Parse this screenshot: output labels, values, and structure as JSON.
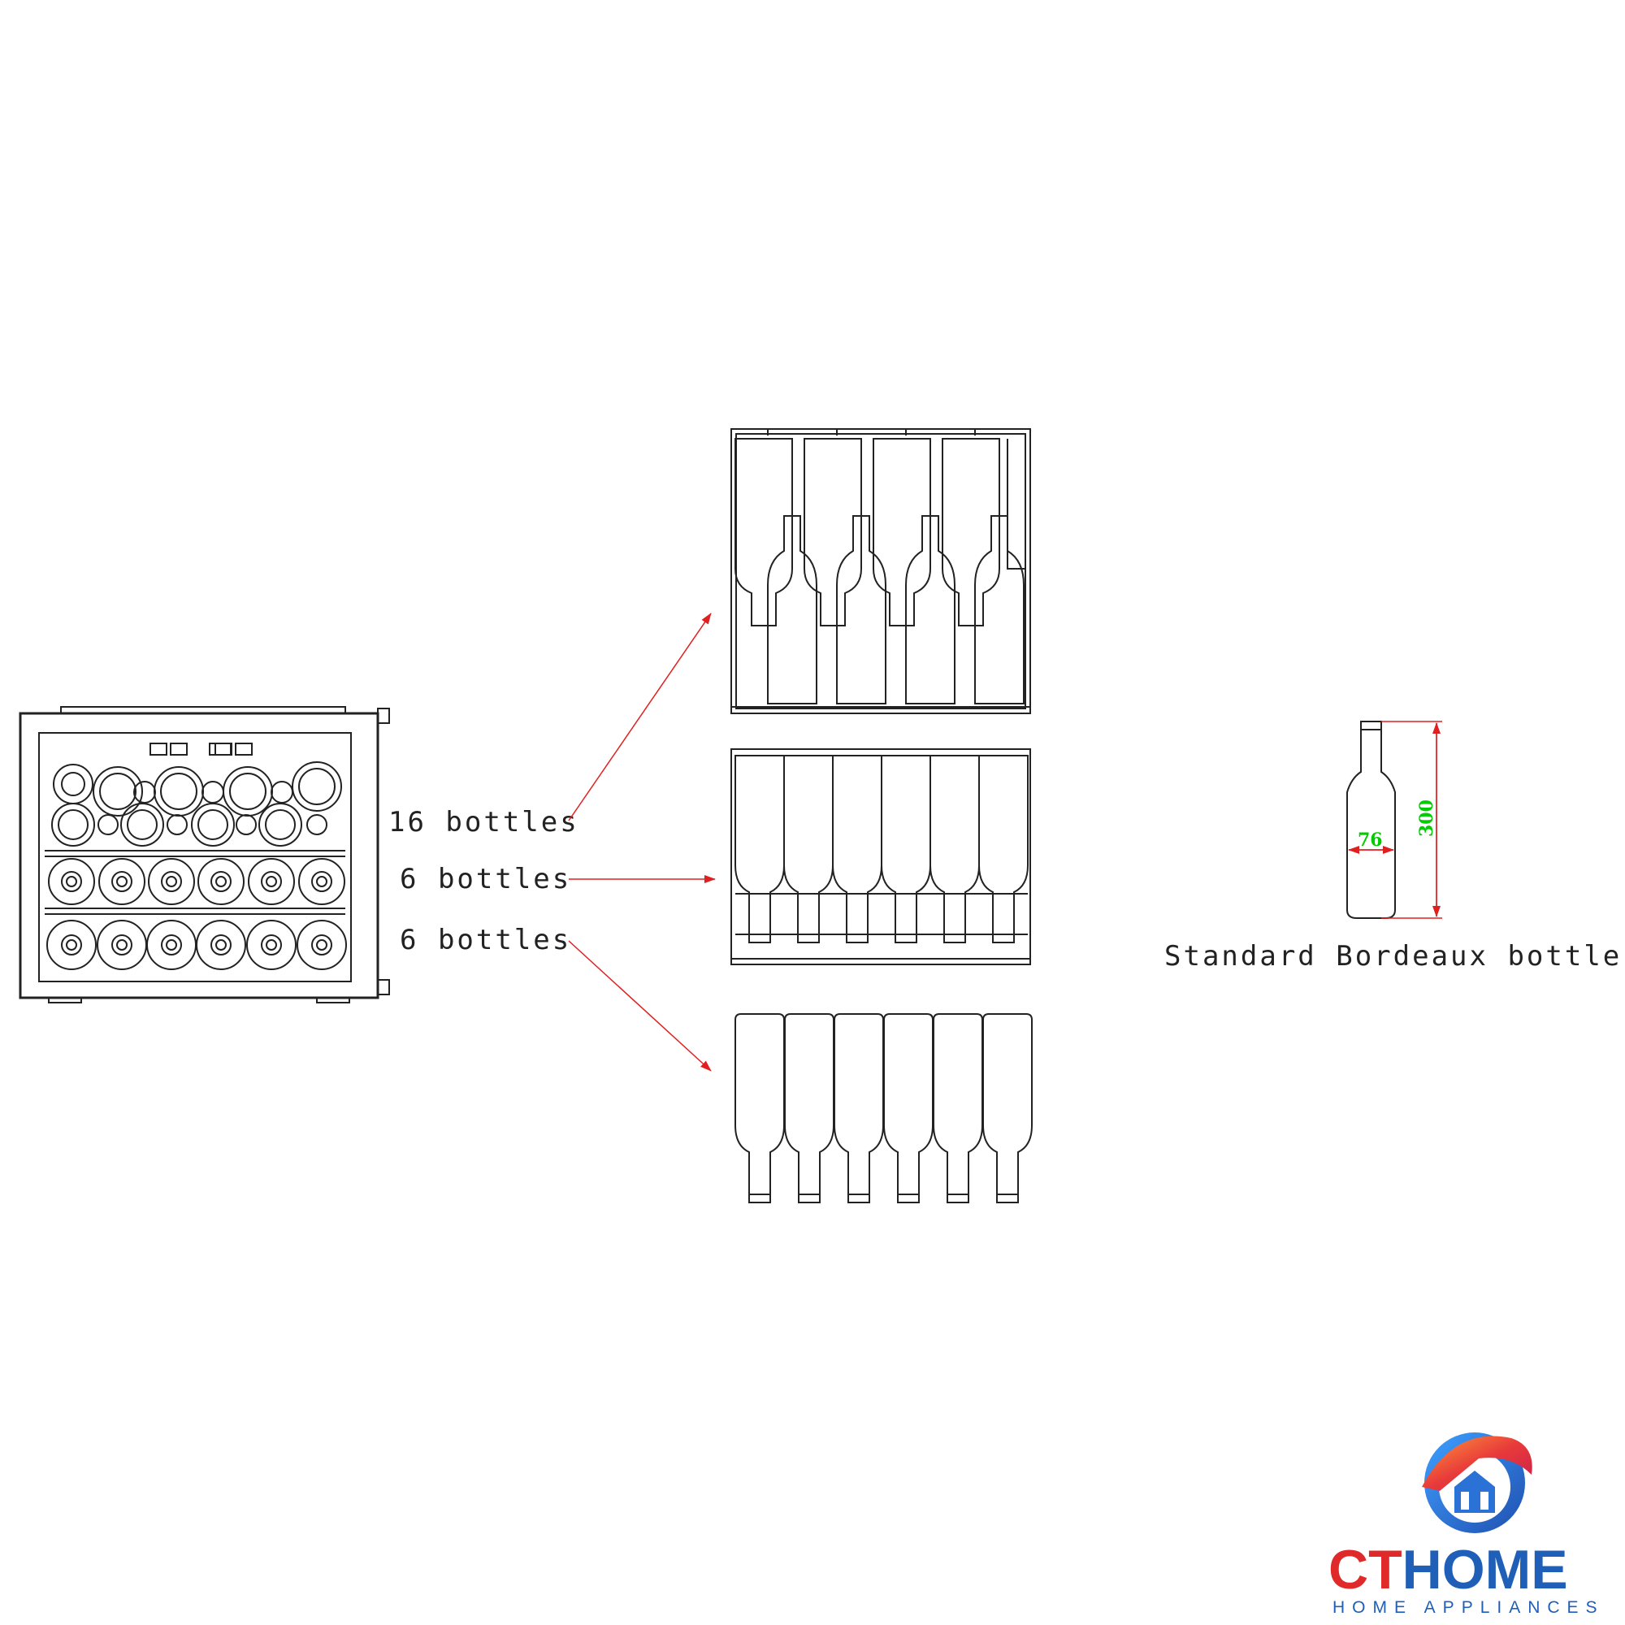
{
  "callouts": [
    {
      "label": "16 bottles"
    },
    {
      "label": "6 bottles"
    },
    {
      "label": "6 bottles"
    }
  ],
  "reference_bottle": {
    "caption": "Standard Bordeaux bottle",
    "width_value": "76",
    "height_value": "300"
  },
  "logo": {
    "name_part1": "CT",
    "name_part2": "HOME",
    "tagline": "HOME APPLIANCES"
  },
  "colors": {
    "line": "#222222",
    "arrow": "#e02020",
    "dimension_text": "#00cc00",
    "dimension_line": "#e02020",
    "logo_red": "#e02a2a",
    "logo_blue": "#1f5fb8"
  }
}
